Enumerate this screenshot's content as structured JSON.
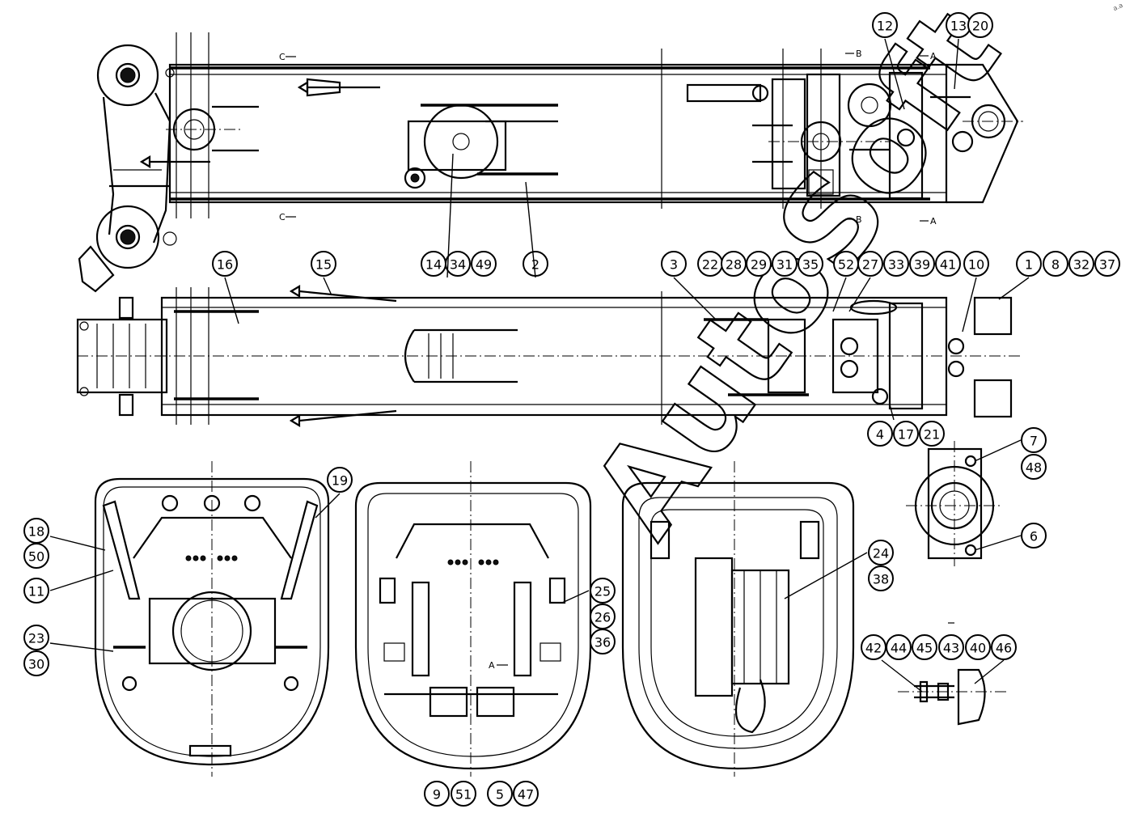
{
  "watermark": "AutoSoft",
  "corner_mark": "a.a",
  "section_marks": {
    "c_top": "C",
    "c_bottom": "C",
    "b_top": "B",
    "b_bottom": "B",
    "a_top": "A",
    "a_bottom": "A",
    "view_arrow": "A"
  },
  "callouts": [
    "12",
    "13",
    "20",
    "14",
    "34",
    "49",
    "2",
    "16",
    "15",
    "3",
    "22",
    "28",
    "29",
    "31",
    "35",
    "52",
    "27",
    "33",
    "39",
    "41",
    "10",
    "1",
    "8",
    "32",
    "37",
    "4",
    "17",
    "21",
    "7",
    "48",
    "6",
    "19",
    "18",
    "50",
    "11",
    "23",
    "30",
    "25",
    "26",
    "36",
    "9",
    "51",
    "5",
    "47",
    "24",
    "38",
    "42",
    "44",
    "45",
    "43",
    "40",
    "46"
  ]
}
